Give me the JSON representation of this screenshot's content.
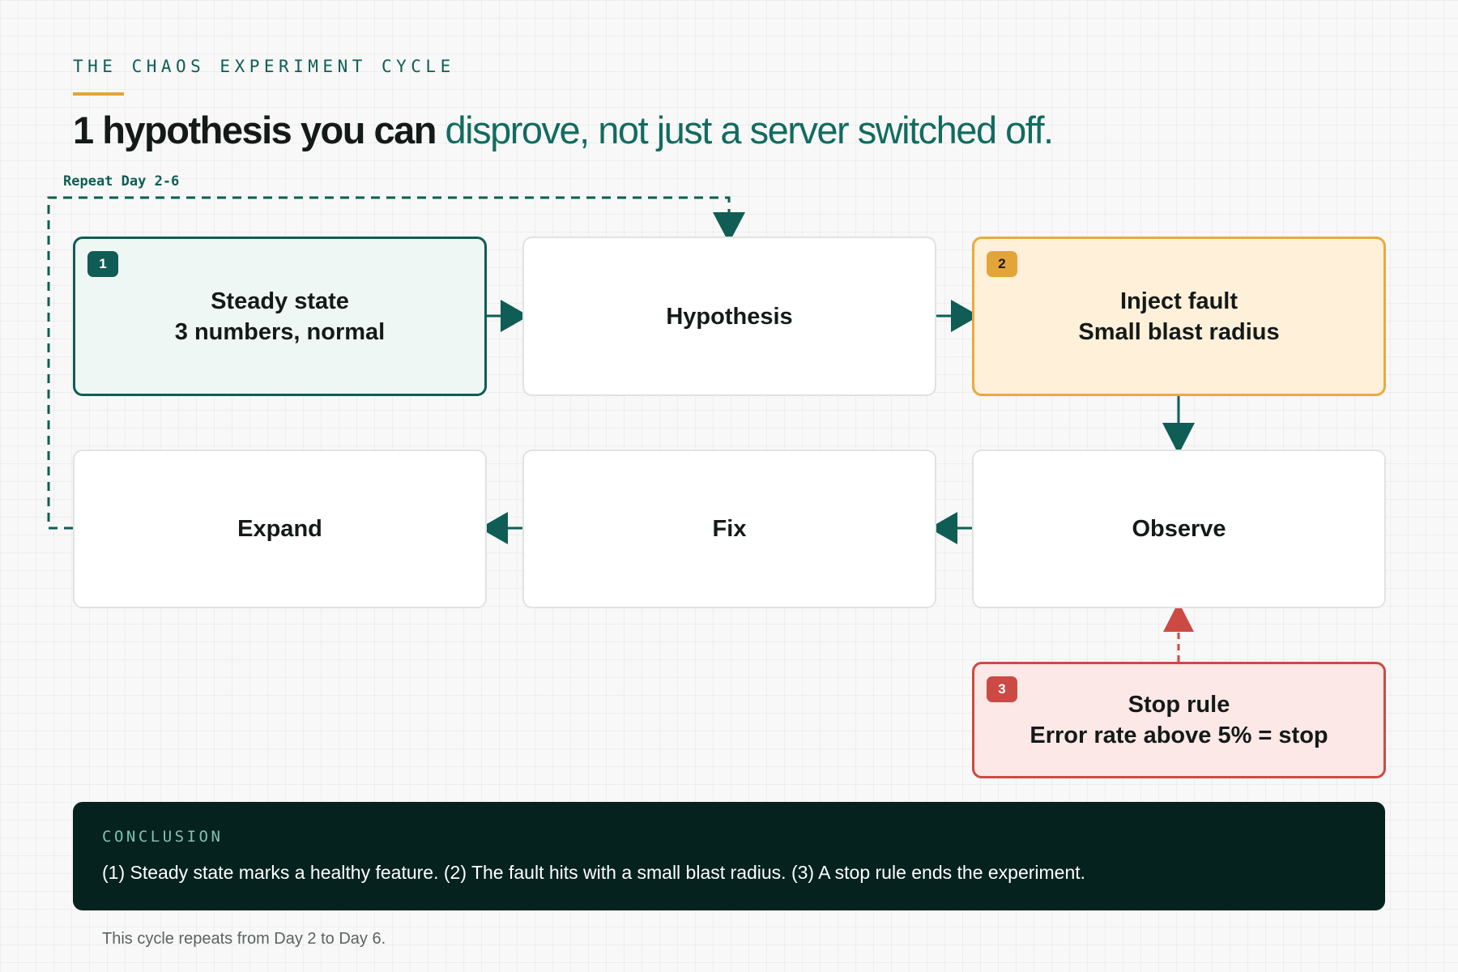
{
  "header": {
    "eyebrow": "THE CHAOS EXPERIMENT CYCLE",
    "headline_lead": "1 hypothesis you can",
    "headline_accent": "disprove, not just a server switched off."
  },
  "loop_label": "Repeat Day 2-6",
  "nodes": {
    "steady_state": {
      "badge": "1",
      "line1": "Steady state",
      "line2": "3 numbers, normal"
    },
    "hypothesis": {
      "line1": "Hypothesis"
    },
    "inject_fault": {
      "badge": "2",
      "line1": "Inject fault",
      "line2": "Small blast radius"
    },
    "observe": {
      "line1": "Observe"
    },
    "fix": {
      "line1": "Fix"
    },
    "expand": {
      "line1": "Expand"
    },
    "stop_rule": {
      "badge": "3",
      "line1": "Stop rule",
      "line2": "Error rate above 5% = stop"
    }
  },
  "conclusion": {
    "label": "CONCLUSION",
    "text": "(1) Steady state marks a healthy feature. (2) The fault hits with a small blast radius. (3) A stop rule ends the experiment."
  },
  "footnote": "This cycle repeats from Day 2 to Day 6.",
  "colors": {
    "teal": "#0f5d55",
    "accent_teal": "#126b60",
    "orange": "#e3a43a",
    "red": "#cc4a44",
    "dark_panel": "#06221e"
  }
}
